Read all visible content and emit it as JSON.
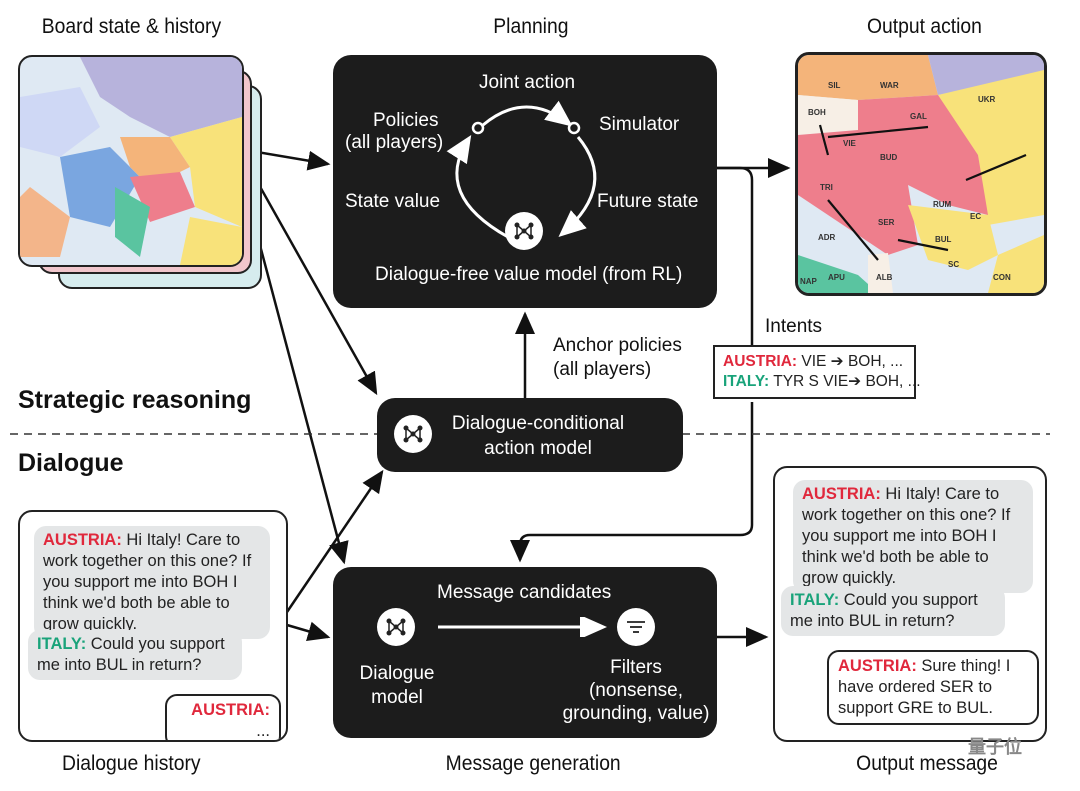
{
  "titles": {
    "board": "Board state & history",
    "planning": "Planning",
    "output_action": "Output action",
    "dialogue_history": "Dialogue history",
    "message_generation": "Message generation",
    "output_message": "Output message"
  },
  "sections": {
    "strategic": "Strategic reasoning",
    "dialogue": "Dialogue"
  },
  "planning": {
    "joint_action": "Joint action",
    "policies": "Policies",
    "policies_sub": "(all players)",
    "simulator": "Simulator",
    "state_value": "State value",
    "future_state": "Future state",
    "value_model": "Dialogue-free value model (from RL)"
  },
  "anchor": {
    "line1": "Anchor policies",
    "line2": "(all players)"
  },
  "dialogue_model_box": {
    "line1": "Dialogue-conditional",
    "line2": "action model"
  },
  "intents": {
    "label": "Intents",
    "rows": [
      {
        "player": "AUSTRIA:",
        "text": " VIE ➔ BOH, ..."
      },
      {
        "player": "ITALY:",
        "text": " TYR S VIE➔ BOH, ..."
      }
    ]
  },
  "history": [
    {
      "player": "AUSTRIA:",
      "text": " Hi Italy! Care to work together on this one? If you support me into BOH I think we'd both be able to grow quickly."
    },
    {
      "player": "ITALY:",
      "text": " Could you support me into BUL in return?"
    },
    {
      "player": "AUSTRIA:",
      "text": " ..."
    }
  ],
  "generation": {
    "candidates": "Message candidates",
    "model1": "Dialogue",
    "model2": "model",
    "filters": "Filters",
    "filters_sub1": "(nonsense,",
    "filters_sub2": "grounding, value)"
  },
  "output": [
    {
      "player": "AUSTRIA:",
      "text": " Hi Italy! Care to work together on this one? If you support me into BOH I think we'd both be able to grow quickly."
    },
    {
      "player": "ITALY:",
      "text": " Could you support me into BUL in return?"
    },
    {
      "player": "AUSTRIA:",
      "text": " Sure thing! I have ordered SER to support GRE to BUL."
    }
  ],
  "map_labels": [
    "SIL",
    "WAR",
    "UKR",
    "BOH",
    "GAL",
    "VIE",
    "BUD",
    "TRI",
    "RUM",
    "EC",
    "SER",
    "BUL",
    "ADR",
    "ALB",
    "SC",
    "APU",
    "NAP",
    "CON"
  ],
  "watermark": "量子位",
  "colors": {
    "austria": "#e0283c",
    "italy": "#19a37a",
    "austria_territory": "#ee7e8c",
    "russia_territory": "#f8e27a",
    "germany_territory": "#f4b47a",
    "sea": "#dfe9f3"
  }
}
